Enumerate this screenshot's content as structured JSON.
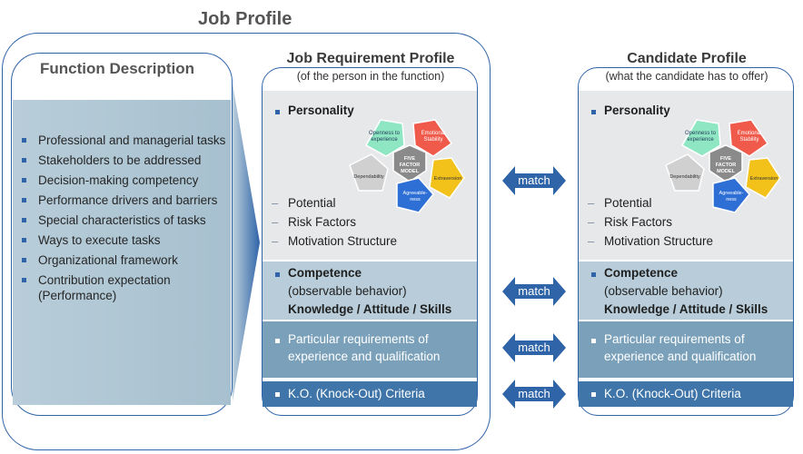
{
  "title": "Job Profile",
  "function_description": {
    "title": "Function Description",
    "items": [
      "Professional and managerial tasks",
      "Stakeholders to be addressed",
      "Decision-making competency",
      "Performance drivers and barriers",
      "Special characteristics of tasks",
      "Ways to execute tasks",
      "Organizational framework",
      "Contribution expectation (Performance)"
    ]
  },
  "job_requirement": {
    "title": "Job Requirement Profile",
    "subtitle": "(of the person in the function)"
  },
  "candidate": {
    "title": "Candidate Profile",
    "subtitle": "(what the candidate has to offer)"
  },
  "sections": {
    "personality": "Personality",
    "personality_items": [
      "Potential",
      "Risk Factors",
      "Motivation Structure"
    ],
    "competence": "Competence",
    "competence_sub": "(observable behavior)",
    "competence_bold": "Knowledge / Attitude / Skills",
    "particular_line1": "Particular requirements of",
    "particular_line2": "experience and qualification",
    "ko": "K.O. (Knock-Out) Criteria"
  },
  "five_factor": {
    "center": [
      "FIVE",
      "FACTOR",
      "MODEL"
    ],
    "openness": [
      "Openness to",
      "experience"
    ],
    "emotional": [
      "Emotional",
      "Stability"
    ],
    "extraversion": "Extraversion",
    "agreeableness": [
      "Agreeable-",
      "ness"
    ],
    "dependability": "Dependability"
  },
  "match_label": "match",
  "colors": {
    "accent": "#2f64a8",
    "openness": "#8fe6c2",
    "emotional": "#ef5a4a",
    "extraversion": "#f2c21b",
    "agreeableness": "#2e6fd6",
    "dependability": "#d0d0d0",
    "center": "#8a8a8a"
  }
}
